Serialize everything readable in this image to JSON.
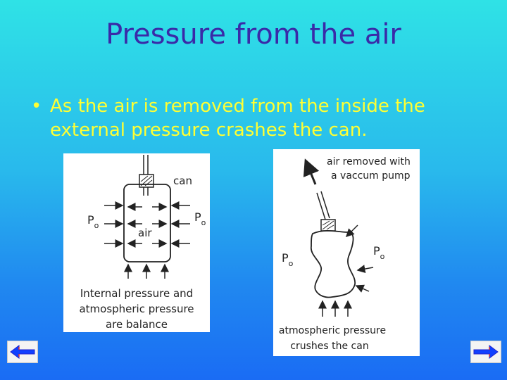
{
  "slide": {
    "title": "Pressure from the air",
    "bullet": "As the air is removed from the inside the external pressure crashes the can."
  },
  "figure_left": {
    "can_label": "can",
    "air_label": "air",
    "pressure_symbol": "P",
    "pressure_subscript": "o",
    "caption_lines": [
      "Internal pressure and",
      "atmospheric pressure",
      "are balance"
    ]
  },
  "figure_right": {
    "pump_label_lines": [
      "air removed with",
      "a vaccum pump"
    ],
    "pressure_symbol": "P",
    "pressure_subscript": "o",
    "caption_lines": [
      "atmospheric pressure",
      "crushes the can"
    ]
  },
  "nav": {
    "prev_icon": "left-arrow-icon",
    "next_icon": "right-arrow-icon",
    "arrow_color": "#2222cc",
    "arrow_fill": "#1040ff"
  }
}
